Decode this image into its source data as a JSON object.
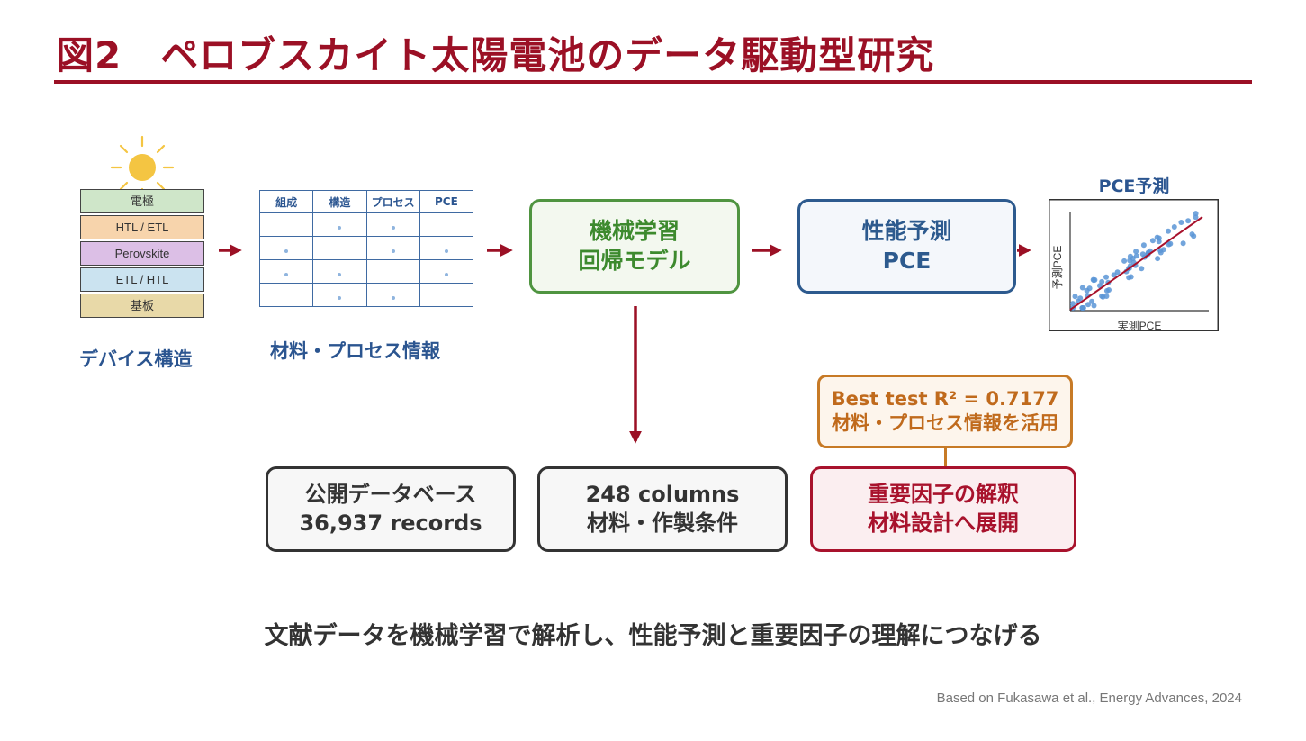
{
  "title": "図2　ペロブスカイト太陽電池のデータ駆動型研究",
  "device": {
    "layers": [
      {
        "label": "電極",
        "color": "#cfe6c9"
      },
      {
        "label": "HTL / ETL",
        "color": "#f7d4ac"
      },
      {
        "label": "Perovskite",
        "color": "#dcbfe6"
      },
      {
        "label": "ETL / HTL",
        "color": "#cbe3f0"
      },
      {
        "label": "基板",
        "color": "#e8d9a8"
      }
    ],
    "caption": "デバイス構造"
  },
  "material_table": {
    "headers": [
      "組成",
      "構造",
      "プロセス",
      "PCE"
    ],
    "caption": "材料・プロセス情報"
  },
  "ml_box": {
    "line1": "機械学習",
    "line2": "回帰モデル"
  },
  "prediction_box": {
    "line1": "性能予測",
    "line2": "PCE"
  },
  "scatter": {
    "title": "PCE予測",
    "xlabel": "実測PCE",
    "ylabel": "予測PCE"
  },
  "database_box": {
    "line1": "公開データベース",
    "line2": "36,937 records"
  },
  "columns_box": {
    "line1": "248 columns",
    "line2": "材料・作製条件"
  },
  "importance_box": {
    "line1": "重要因子の解釈",
    "line2": "材料設計へ展開"
  },
  "r2_box": {
    "line1": "Best test R² = 0.7177",
    "line2": "材料・プロセス情報を活用"
  },
  "summary": "文献データを機械学習で解析し、性能予測と重要因子の理解につなげる",
  "citation": "Based on Fukasawa et al., Energy Advances, 2024",
  "colors": {
    "title": "#9b1025",
    "arrow": "#9b1025",
    "ml_green": "#4f9440",
    "pce_blue": "#2d5a8e",
    "importance_red": "#a8122c",
    "r2_orange": "#c77a26",
    "scatter_points": "#5b95d6",
    "fit_line": "#a8122c",
    "sun": "#f4c542"
  }
}
